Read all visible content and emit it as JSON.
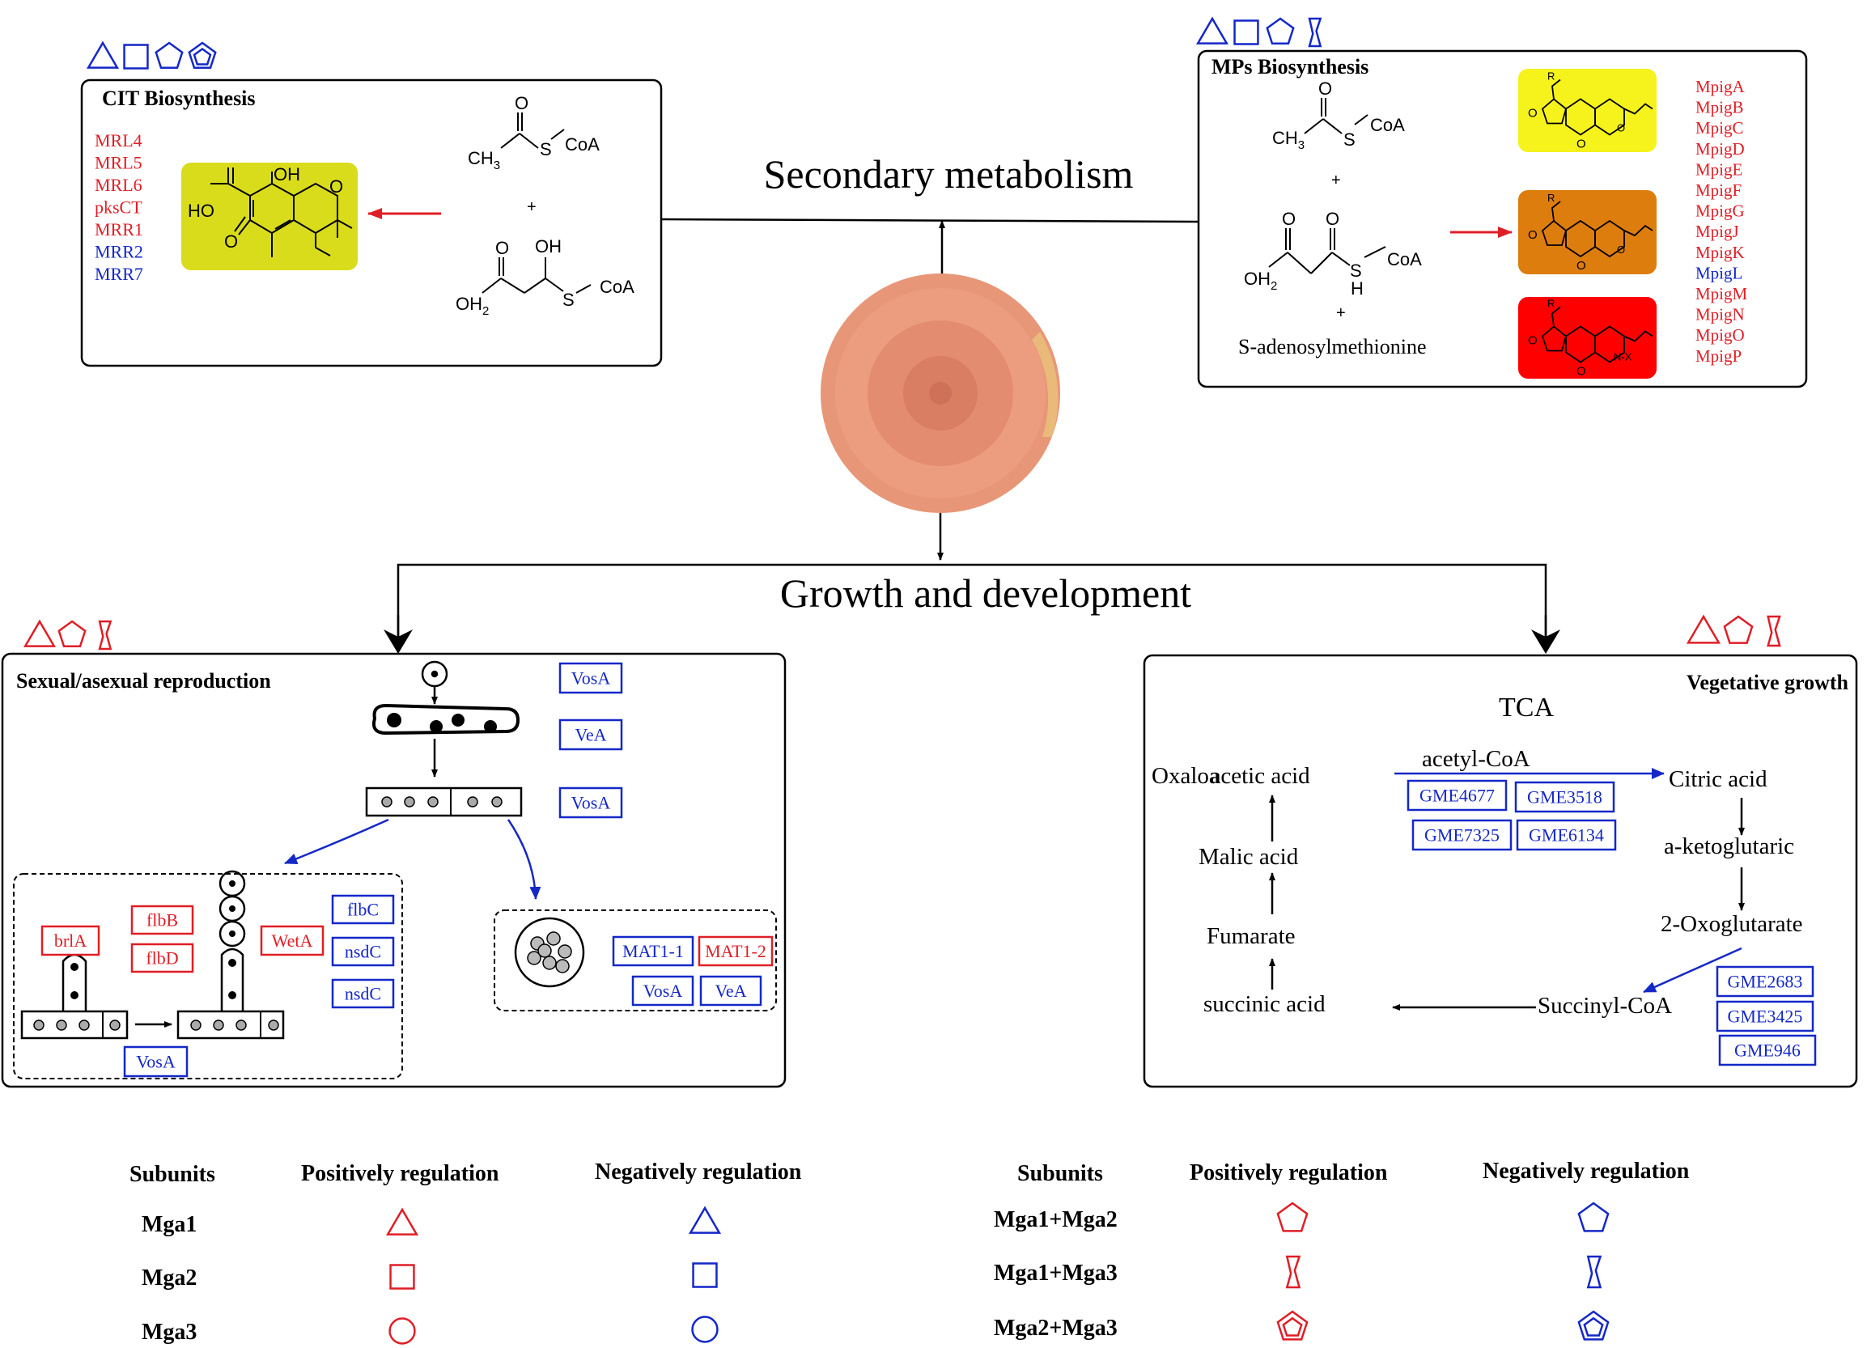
{
  "colors": {
    "red": "#e01e26",
    "blue": "#1428c8",
    "yellow": "#f6f21c",
    "olive": "#d9dc1a",
    "orange": "#dd7d0e",
    "pigment_red": "#ff0000",
    "colony": "#e89678"
  },
  "center": {
    "secondary_metabolism": "Secondary metabolism",
    "growth_development": "Growth and development"
  },
  "cit": {
    "title": "CIT Biosynthesis",
    "shapes": [
      "triangle",
      "square",
      "pentagon",
      "pentagon-ring"
    ],
    "genes": [
      {
        "name": "MRL4",
        "reg": "positive"
      },
      {
        "name": "MRL5",
        "reg": "positive"
      },
      {
        "name": "MRL6",
        "reg": "positive"
      },
      {
        "name": "pksCT",
        "reg": "positive"
      },
      {
        "name": "MRR1",
        "reg": "positive"
      },
      {
        "name": "MRR2",
        "reg": "negative"
      },
      {
        "name": "MRR7",
        "reg": "negative"
      }
    ],
    "chem": {
      "ch3": "CH",
      "sub3": "3",
      "s": "S",
      "coa": "CoA",
      "plus": "+",
      "oh": "OH",
      "oh2": "OH",
      "sub2": "2",
      "o": "O",
      "ho": "HO"
    }
  },
  "mps": {
    "title": "MPs Biosynthesis",
    "shapes": [
      "triangle",
      "square",
      "pentagon",
      "zigzag"
    ],
    "sam": "S-adenosylmethionine",
    "genes": [
      {
        "name": "MpigA",
        "reg": "positive"
      },
      {
        "name": "MpigB",
        "reg": "positive"
      },
      {
        "name": "MpigC",
        "reg": "positive"
      },
      {
        "name": "MpigD",
        "reg": "positive"
      },
      {
        "name": "MpigE",
        "reg": "positive"
      },
      {
        "name": "MpigF",
        "reg": "positive"
      },
      {
        "name": "MpigG",
        "reg": "positive"
      },
      {
        "name": "MpigJ",
        "reg": "positive"
      },
      {
        "name": "MpigK",
        "reg": "positive"
      },
      {
        "name": "MpigL",
        "reg": "negative"
      },
      {
        "name": "MpigM",
        "reg": "positive"
      },
      {
        "name": "MpigN",
        "reg": "positive"
      },
      {
        "name": "MpigO",
        "reg": "positive"
      },
      {
        "name": "MpigP",
        "reg": "positive"
      }
    ],
    "chem": {
      "h": "H",
      "r": "R",
      "nx": "N-X"
    }
  },
  "sexual": {
    "title": "Sexual/asexual reproduction",
    "shapes": [
      "triangle",
      "pentagon",
      "zigzag"
    ],
    "top_labels": [
      "VosA",
      "VeA",
      "VosA"
    ],
    "asexual_red": [
      "brlA",
      "flbB",
      "flbD",
      "WetA"
    ],
    "asexual_blue": [
      "flbC",
      "nsdC",
      "nsdC"
    ],
    "bottom_label": "VosA",
    "sexual_labels": [
      {
        "name": "MAT1-1",
        "reg": "negative"
      },
      {
        "name": "MAT1-2",
        "reg": "positive"
      },
      {
        "name": "VosA",
        "reg": "negative"
      },
      {
        "name": "VeA",
        "reg": "negative"
      }
    ]
  },
  "vegetative": {
    "title": "Vegetative growth",
    "shapes": [
      "triangle",
      "pentagon",
      "zigzag"
    ],
    "tca": "TCA",
    "acetyl": "acetyl-CoA",
    "oxalo_pre": "Oxalo",
    "oxalo_bold": "a",
    "oxalo_post": "cetic acid",
    "citric": "Citric acid",
    "keto": "a-ketoglutaric",
    "oxoglut": "2-Oxoglutarate",
    "succinyl": "Succinyl-CoA",
    "succinic": "succinic acid",
    "fumarate": "Fumarate",
    "malic": "Malic acid",
    "gme_top": [
      "GME4677",
      "GME3518",
      "GME7325",
      "GME6134"
    ],
    "gme_right": [
      "GME2683",
      "GME3425",
      "GME946"
    ]
  },
  "legend": {
    "subunits": "Subunits",
    "positive": "Positively regulation",
    "negative": "Negatively regulation",
    "left_rows": [
      {
        "label": "Mga1",
        "shape": "triangle"
      },
      {
        "label": "Mga2",
        "shape": "square"
      },
      {
        "label": "Mga3",
        "shape": "circle"
      }
    ],
    "right_rows": [
      {
        "label": "Mga1+Mga2",
        "shape": "pentagon"
      },
      {
        "label": "Mga1+Mga3",
        "shape": "zigzag"
      },
      {
        "label": "Mga2+Mga3",
        "shape": "pentagon-ring"
      }
    ]
  }
}
